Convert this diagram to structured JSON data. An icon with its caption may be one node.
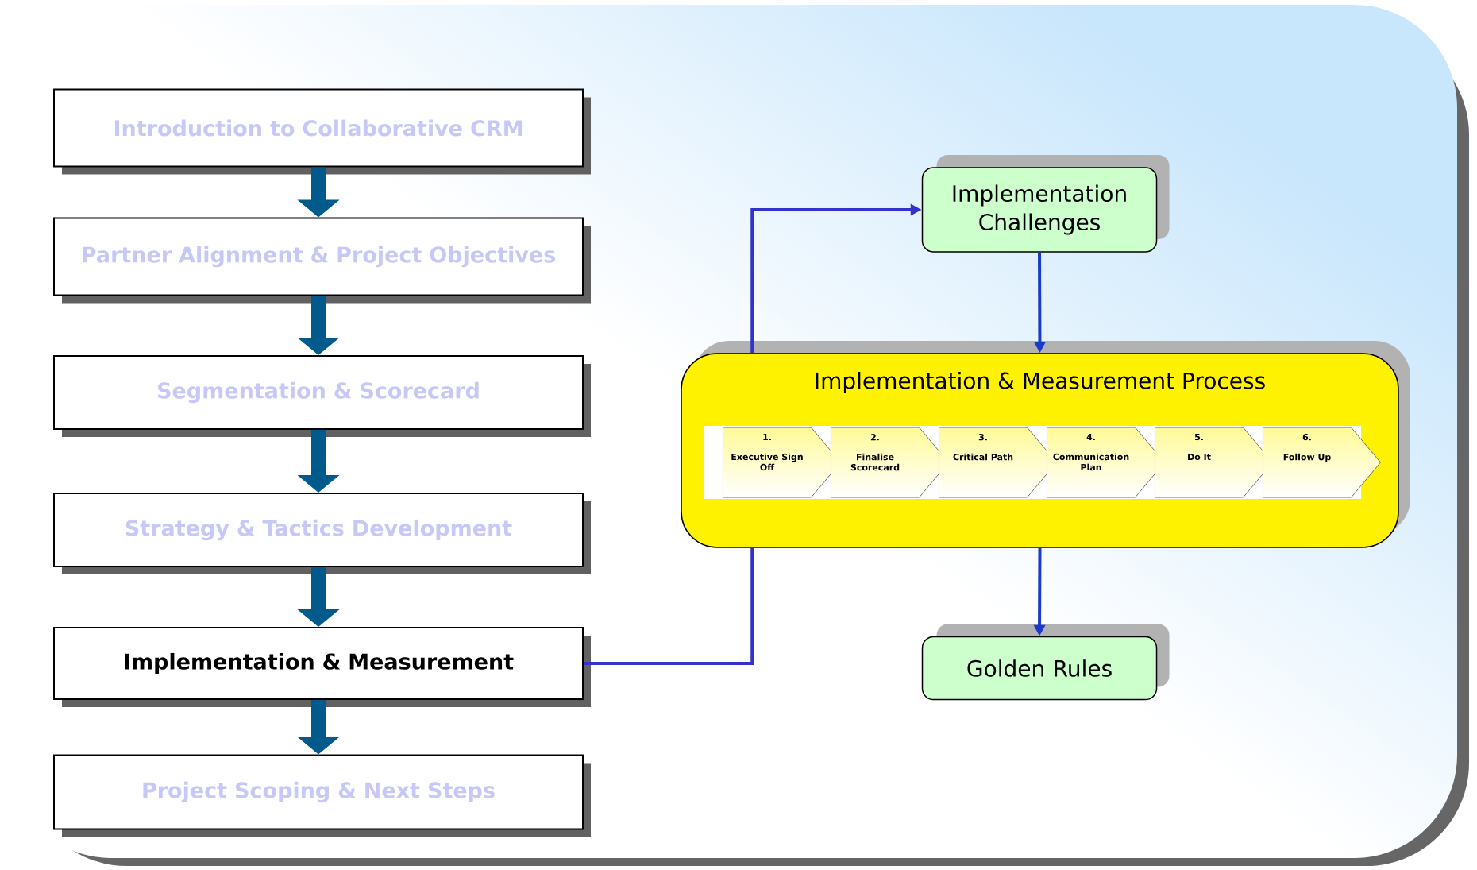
{
  "diagram": {
    "nodes": [
      {
        "text": [
          "Introduction to Collaborative CRM"
        ]
      },
      {
        "text": [
          "Partner Alignment & Project Objectives"
        ]
      },
      {
        "text": [
          "Segmentation & Scorecard"
        ]
      },
      {
        "text": [
          "Strategy & Tactics Development"
        ]
      },
      {
        "text": [
          "Implementation & Measurement"
        ]
      },
      {
        "text": [
          "Project Scoping & Next Steps"
        ]
      },
      {
        "text": [
          "Implementation Challenges"
        ]
      },
      {
        "text": [
          "Implementation & Measurement Process"
        ]
      },
      {
        "text": [
          "1.",
          "Executive Sign Off"
        ],
        "in": 7
      },
      {
        "text": [
          "2.",
          "Finalise Scorecard"
        ],
        "in": 7
      },
      {
        "text": [
          "3.",
          "Critical Path"
        ],
        "in": 7
      },
      {
        "text": [
          "4.",
          "Communication Plan"
        ],
        "in": 7
      },
      {
        "text": [
          "5.",
          "Do It"
        ],
        "in": 7
      },
      {
        "text": [
          "6.",
          "Follow Up"
        ],
        "in": 7
      },
      {
        "text": [
          "Golden Rules"
        ]
      }
    ],
    "edges": [
      {
        "from": 0,
        "to": 1,
        "arrow": "to",
        "color": "#005a8c"
      },
      {
        "from": 1,
        "to": 2,
        "arrow": "to",
        "color": "#005a8c"
      },
      {
        "from": 2,
        "to": 3,
        "arrow": "to",
        "color": "#005a8c"
      },
      {
        "from": 3,
        "to": 4,
        "arrow": "to",
        "color": "#005a8c"
      },
      {
        "from": 4,
        "to": 5,
        "arrow": "to",
        "color": "#005a8c"
      },
      {
        "from": 4,
        "to": 7,
        "arrow": "none",
        "color": "#3333cc"
      },
      {
        "from": 7,
        "to": 6,
        "arrow": "to",
        "color": "#3333cc"
      },
      {
        "from": 6,
        "to": 7,
        "arrow": "to",
        "color": "#1a3acc"
      },
      {
        "from": 7,
        "to": 14,
        "arrow": "to",
        "color": "#1a3acc"
      }
    ]
  }
}
